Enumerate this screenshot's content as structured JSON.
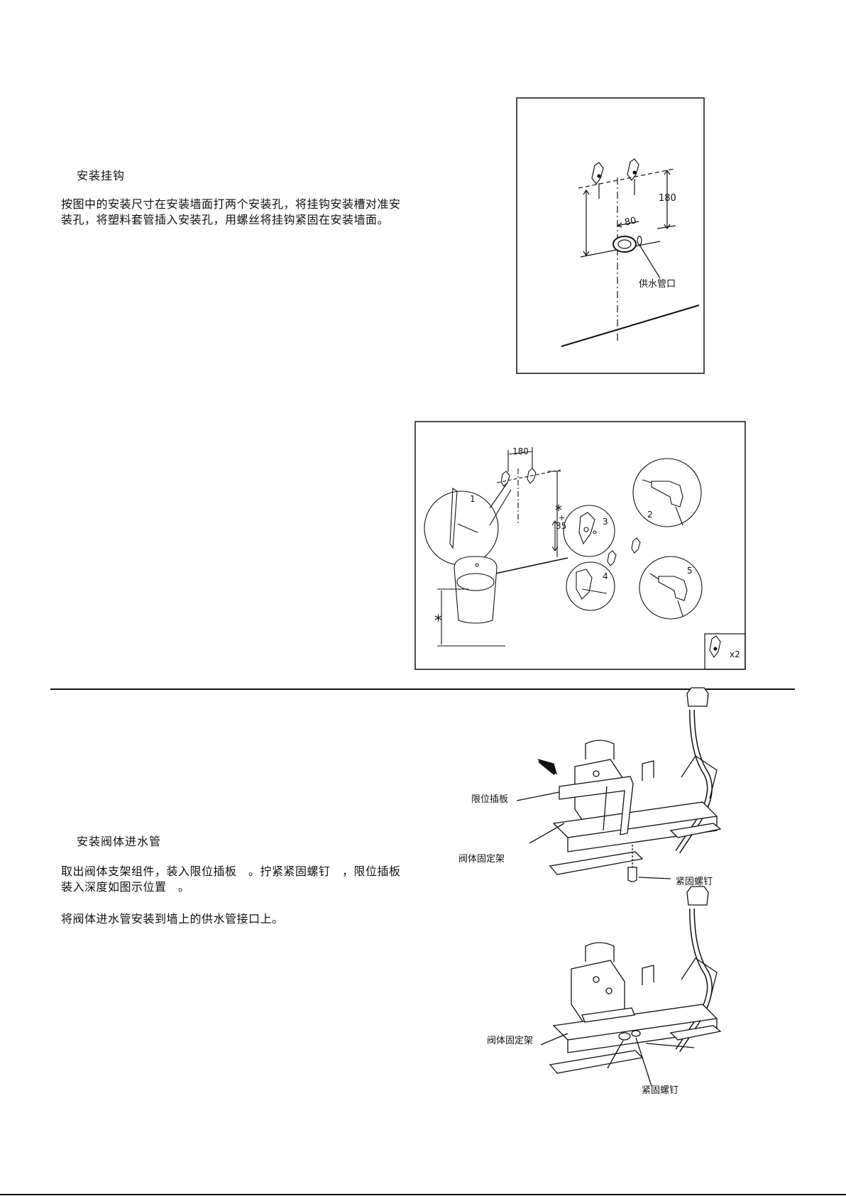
{
  "section1": {
    "heading": "安装挂钩",
    "paragraph": "按图中的安装尺寸在安装墙面打两个安装孔，将挂钩安装槽对准安装孔，将塑料套管插入安装孔，用螺丝将挂钩紧固在安装墙面。"
  },
  "figure1": {
    "dim_180": "180",
    "dim_80": "80",
    "supply_label": "供水管口"
  },
  "figure2": {
    "dim_180": "180",
    "star_top": "*",
    "dim_plus35": "+\n35",
    "star_bottom": "*",
    "step1": "1",
    "step2": "2",
    "step3": "3",
    "step4": "4",
    "step5": "5",
    "qty": "x2"
  },
  "section2": {
    "heading": "安装阀体进水管",
    "paragraph1": "取出阀体支架组件，装入限位插板　。拧紧紧固螺钉　，限位插板装入深度如图示位置　。",
    "paragraph2": "将阀体进水管安装到墙上的供水管接口上。"
  },
  "figure3": {
    "plate_label": "限位插板",
    "bracket_label": "阀体固定架",
    "screw_label": "紧固螺钉"
  },
  "figure4": {
    "bracket_label": "阀体固定架",
    "screw_label": "紧固螺钉"
  }
}
